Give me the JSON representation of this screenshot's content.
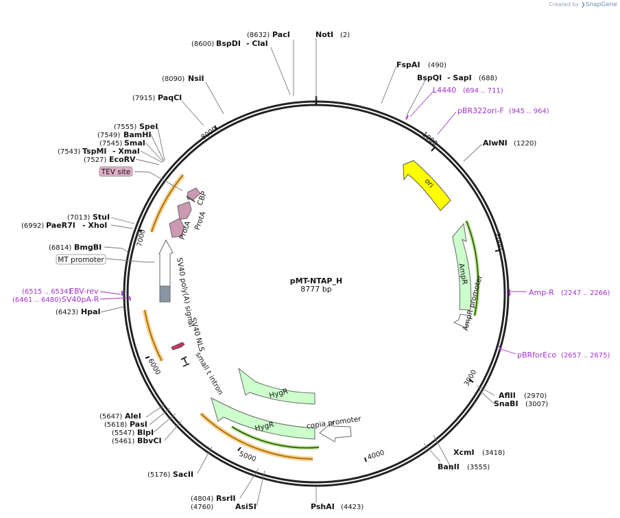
{
  "credit": {
    "prefix": "Created by",
    "brand": "SnapGene"
  },
  "plasmid": {
    "name": "pMT-NTAP_H",
    "length": "8777 bp"
  },
  "ticks": [
    "1000",
    "2000",
    "3000",
    "4000",
    "5000",
    "6000",
    "7000",
    "8000"
  ],
  "enzymes_left": [
    {
      "pos": "(8632)",
      "name": "PacI"
    },
    {
      "pos": "(8600)",
      "name": "BspDI",
      "name2": "- ClaI"
    },
    {
      "pos": "(8090)",
      "name": "NsiI"
    },
    {
      "pos": "(7915)",
      "name": "PaqCI"
    },
    {
      "pos": "(7555)",
      "name": "SpeI"
    },
    {
      "pos": "(7549)",
      "name": "BamHI"
    },
    {
      "pos": "(7545)",
      "name": "SmaI"
    },
    {
      "pos": "(7543)",
      "name": "TspMI",
      "name2": "- XmaI"
    },
    {
      "pos": "(7527)",
      "name": "EcoRV"
    },
    {
      "pos": "(7013)",
      "name": "StuI"
    },
    {
      "pos": "(6992)",
      "name": "PaeR7I",
      "name2": "- XhoI"
    },
    {
      "pos": "(6814)",
      "name": "BmgBI"
    },
    {
      "pos": "(6423)",
      "name": "HpaI"
    },
    {
      "pos": "(5647)",
      "name": "AleI"
    },
    {
      "pos": "(5618)",
      "name": "PasI"
    },
    {
      "pos": "(5547)",
      "name": "BlpI"
    },
    {
      "pos": "(5461)",
      "name": "BbvCI"
    },
    {
      "pos": "(5176)",
      "name": "SacII"
    },
    {
      "pos": "(4804)",
      "name": "RsrII"
    },
    {
      "pos": "(4760)",
      "name": "AsiSI"
    }
  ],
  "enzymes_right": [
    {
      "name": "NotI",
      "pos": "(2)"
    },
    {
      "name": "FspAI",
      "pos": "(490)"
    },
    {
      "name": "BspQI",
      "name2": "- SapI",
      "pos": "(688)"
    },
    {
      "name": "AlwNI",
      "pos": "(1220)"
    },
    {
      "name": "AflII",
      "pos": "(2970)"
    },
    {
      "name": "SnaBI",
      "pos": "(3007)"
    },
    {
      "name": "XcmI",
      "pos": "(3418)"
    },
    {
      "name": "BanII",
      "pos": "(3555)"
    },
    {
      "name": "PshAI",
      "pos": "(4423)"
    }
  ],
  "primers": [
    {
      "name": "L4440",
      "range": "(694 .. 711)"
    },
    {
      "name": "pBR322ori-F",
      "range": "(945 .. 964)"
    },
    {
      "name": "Amp-R",
      "range": "(2247 .. 2266)"
    },
    {
      "name": "pBRforEco",
      "range": "(2657 .. 2675)"
    },
    {
      "name": "EBV-rev",
      "range": "(6515 .. 6534)"
    },
    {
      "name": "SV40pA-R",
      "range": "(6461 .. 6480)"
    }
  ],
  "boxed_features": [
    {
      "name": "TEV site"
    },
    {
      "name": "MT promoter"
    }
  ],
  "features": {
    "ori": "ori",
    "ampr": "AmpR",
    "ampr_promoter": "AmpR promoter",
    "hygr_outer": "HygR",
    "hygr_inner": "HygR",
    "copia_promoter": "copia promoter",
    "small_t_intron": "small t intron",
    "sv40_nls": "SV40 NLS",
    "sv40_polya": "SV40 poly(A) signal",
    "prota1": "ProtA",
    "prota2": "ProtA",
    "cbp": "CBP"
  },
  "colors": {
    "ori": "#ffff00",
    "ampr": "#ccffcc",
    "hygr": "#ccffcc",
    "promoter": "#ffffff",
    "tag": "#cc99b2",
    "orf": "#e69b00",
    "primer": "#a030c8",
    "tev_box": "#e0b0c8"
  }
}
